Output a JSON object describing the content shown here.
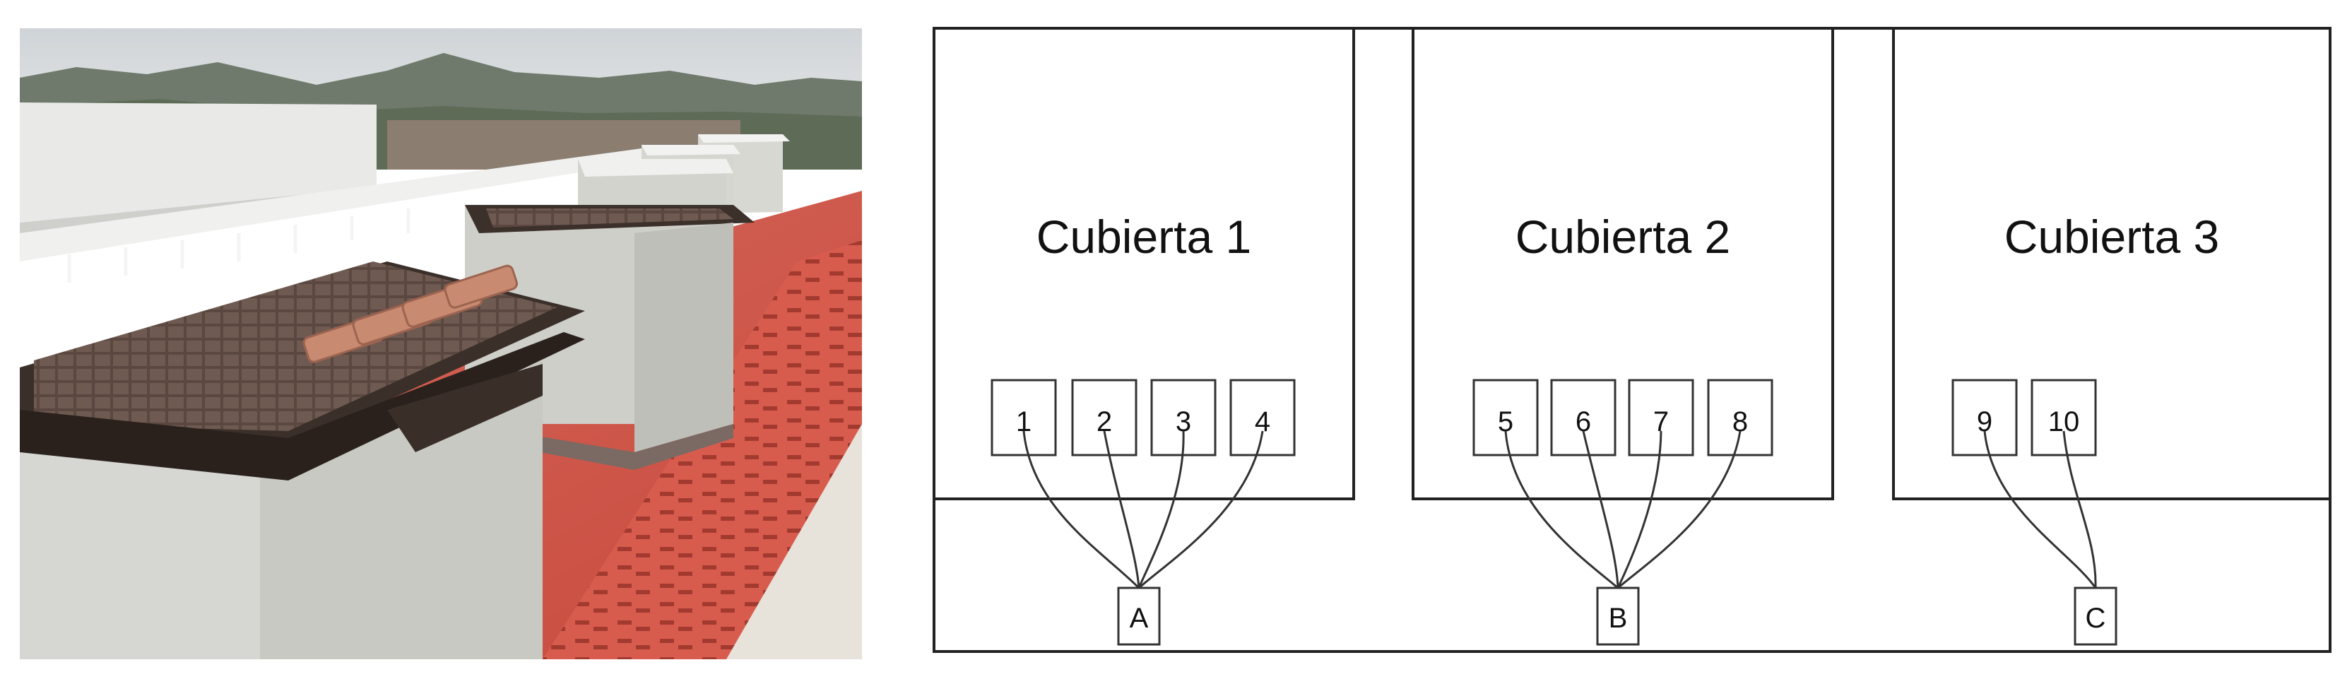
{
  "diagram": {
    "covers": [
      {
        "id": "cover-1",
        "title": "Cubierta 1",
        "sensors": [
          "1",
          "2",
          "3",
          "4"
        ]
      },
      {
        "id": "cover-2",
        "title": "Cubierta 2",
        "sensors": [
          "5",
          "6",
          "7",
          "8"
        ]
      },
      {
        "id": "cover-3",
        "title": "Cubierta 3",
        "sensors": [
          "9",
          "10"
        ]
      }
    ],
    "collectors": [
      {
        "label": "A",
        "connects": [
          "1",
          "2",
          "3",
          "4"
        ]
      },
      {
        "label": "B",
        "connects": [
          "5",
          "6",
          "7",
          "8"
        ]
      },
      {
        "label": "C",
        "connects": [
          "9",
          "10"
        ]
      }
    ]
  },
  "photo": {
    "description_icon": "rooftop-test-cells-photo",
    "colors": {
      "sky": "#d9dde0",
      "roof_membrane": "#d9574a",
      "module_wall": "#d2d2cd",
      "green_roof": "#3b2f2a"
    }
  }
}
